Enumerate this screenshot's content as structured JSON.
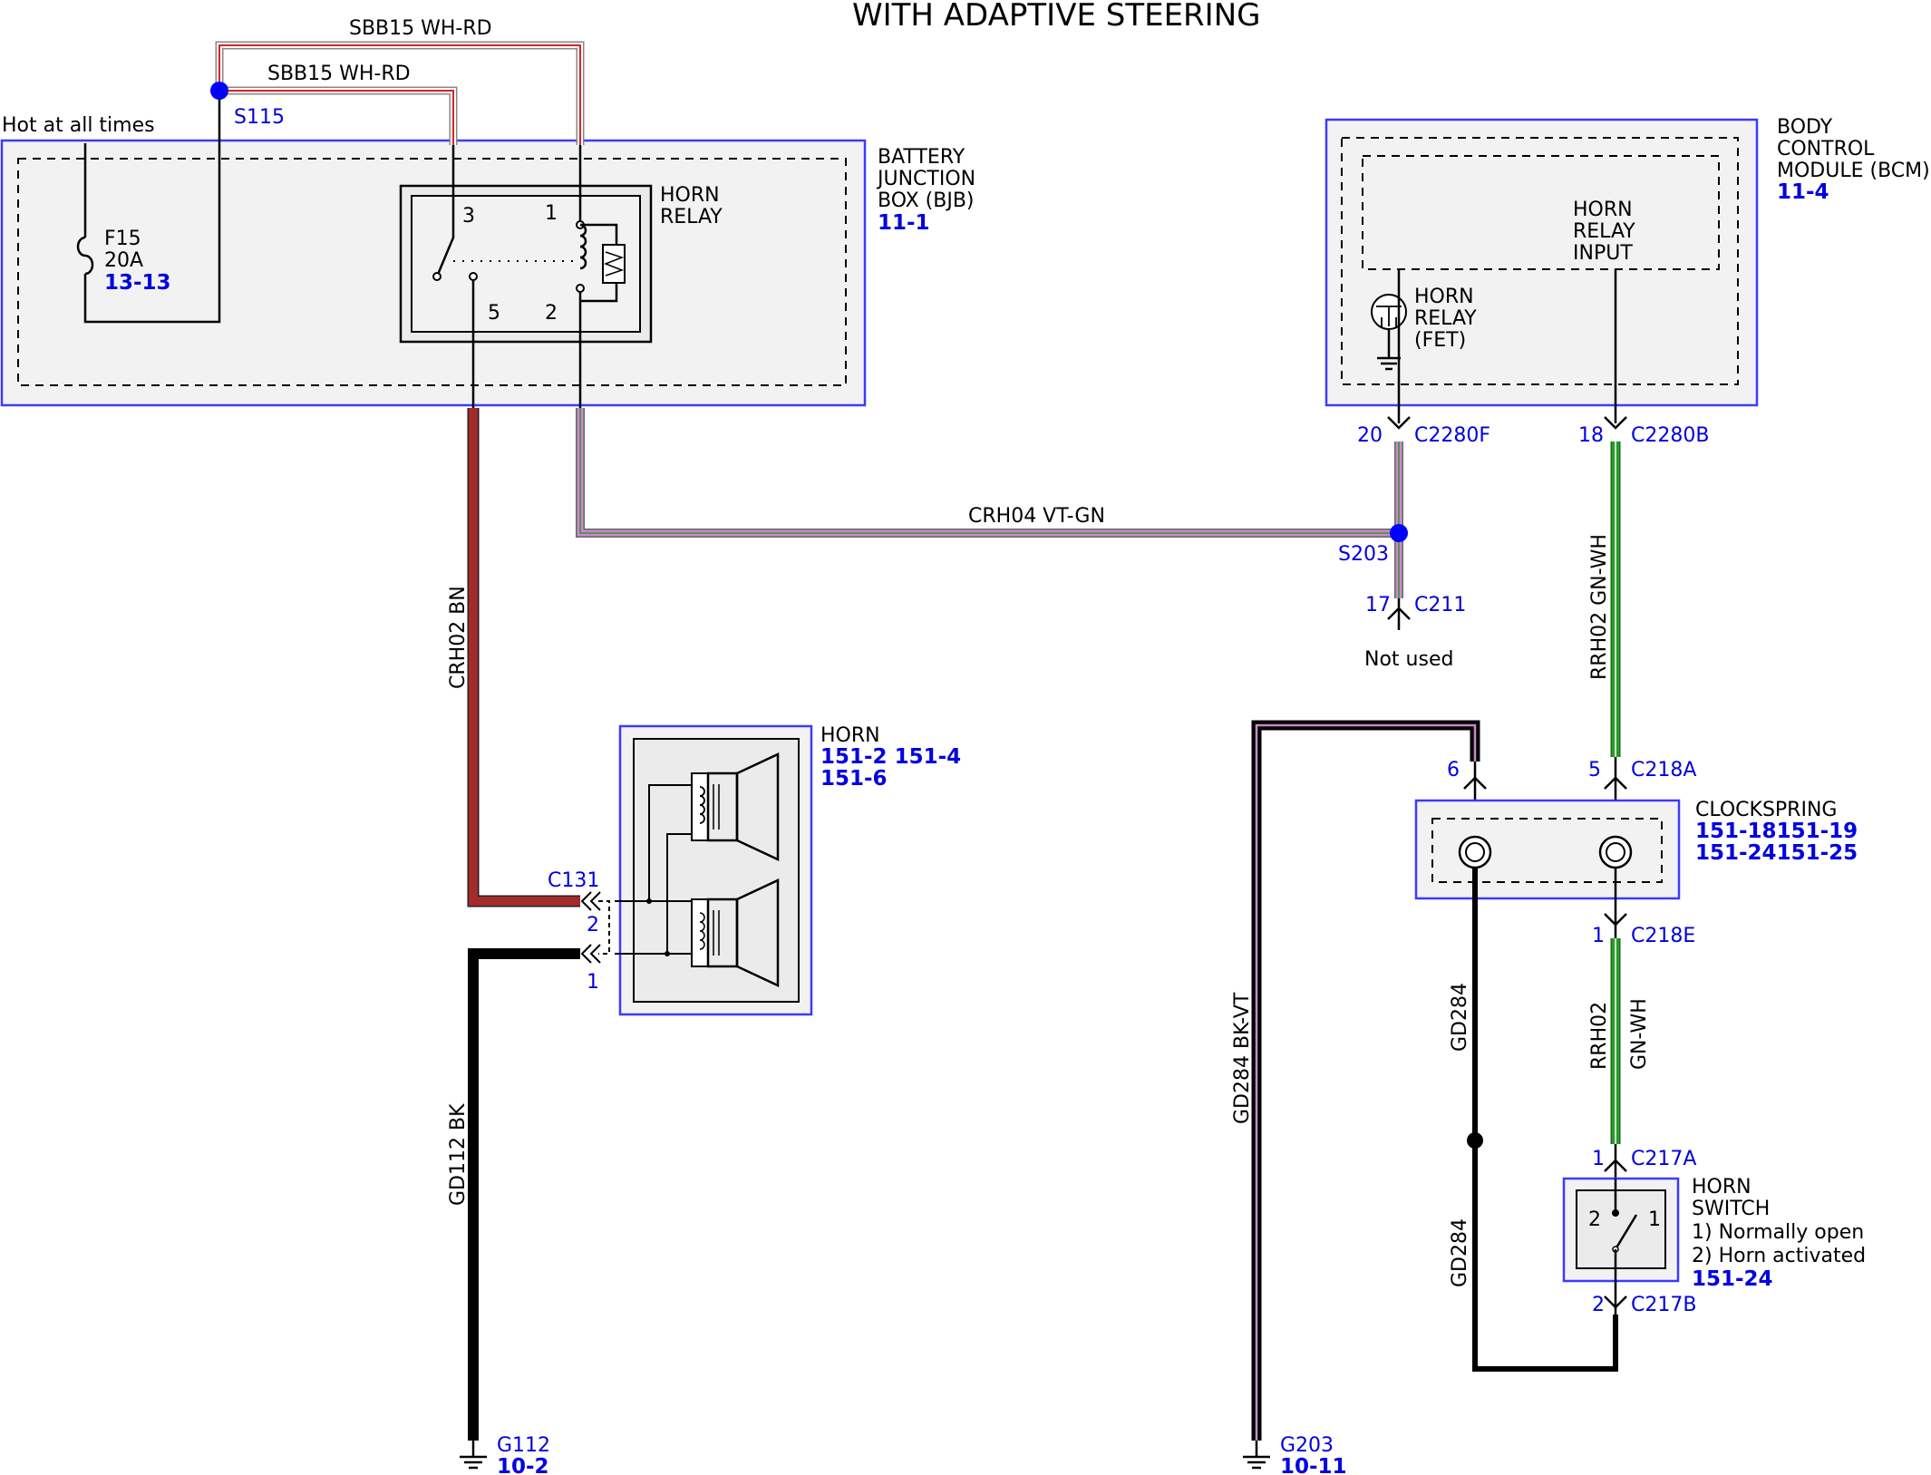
{
  "title": "WITH ADAPTIVE STEERING",
  "hot": "Hot at all times",
  "wires": {
    "sbb15_top": "SBB15   WH-RD",
    "sbb15_inner": "SBB15   WH-RD",
    "crh04": "CRH04  VT-GN",
    "crh02": "CRH02  BN",
    "gd112": "GD112  BK",
    "rrh02_upper": "RRH02  GN-WH",
    "rrh02_lower_a": "RRH02",
    "rrh02_lower_b": "GN-WH",
    "gd284_vt": "GD284  BK-VT",
    "gd284_a": "GD284",
    "gd284_b": "GD284"
  },
  "splices": {
    "s115": "S115",
    "s203": "S203"
  },
  "bjb": {
    "lines": [
      "BATTERY",
      "JUNCTION",
      "BOX (BJB)"
    ],
    "ref": "11-1",
    "fuse": {
      "name": "F15",
      "rating": "20A",
      "ref": "13-13"
    },
    "relay": {
      "lines": [
        "HORN",
        "RELAY"
      ],
      "pin3": "3",
      "pin1": "1",
      "pin5": "5",
      "pin2": "2"
    }
  },
  "bcm": {
    "lines": [
      "BODY",
      "CONTROL",
      "MODULE (BCM)"
    ],
    "ref": "11-4",
    "input_lines": [
      "HORN",
      "RELAY",
      "INPUT"
    ],
    "fet_lines": [
      "HORN",
      "RELAY",
      "(FET)"
    ]
  },
  "connectors": {
    "c2280f_pin": "20",
    "c2280f": "C2280F",
    "c2280b_pin": "18",
    "c2280b": "C2280B",
    "c211_pin": "17",
    "c211": "C211",
    "not_used": "Not used",
    "c218a_pin": "5",
    "c218a": "C218A",
    "cs_pin6": "6",
    "c218e_pin": "1",
    "c218e": "C218E",
    "c217a_pin": "1",
    "c217a": "C217A",
    "c217b_pin": "2",
    "c217b": "C217B",
    "c131": "C131",
    "c131_pin2": "2",
    "c131_pin1": "1"
  },
  "horn": {
    "label": "HORN",
    "ref1": "151-2 151-4",
    "ref2": "151-6"
  },
  "clockspring": {
    "label": "CLOCKSPRING",
    "ref1": "151-18151-19",
    "ref2": "151-24151-25"
  },
  "horn_switch": {
    "lines": [
      "HORN",
      "SWITCH"
    ],
    "note1": "1) Normally open",
    "note2": "2) Horn activated",
    "ref": "151-24",
    "pin2": "2",
    "pin1": "1"
  },
  "grounds": {
    "g112": "G112",
    "g112_ref": "10-2",
    "g203": "G203",
    "g203_ref": "10-11"
  },
  "colors": {
    "box_border": "#3b3bff",
    "box_fill": "#f2f2f2",
    "ref_blue": "#0000e0",
    "splice": "#0000ff",
    "wire_bn": "#a52a2a",
    "wire_red": "#e02020",
    "wire_violet": "#cc88cc",
    "wire_green": "#2a9a2a",
    "wire_black": "#000000"
  }
}
